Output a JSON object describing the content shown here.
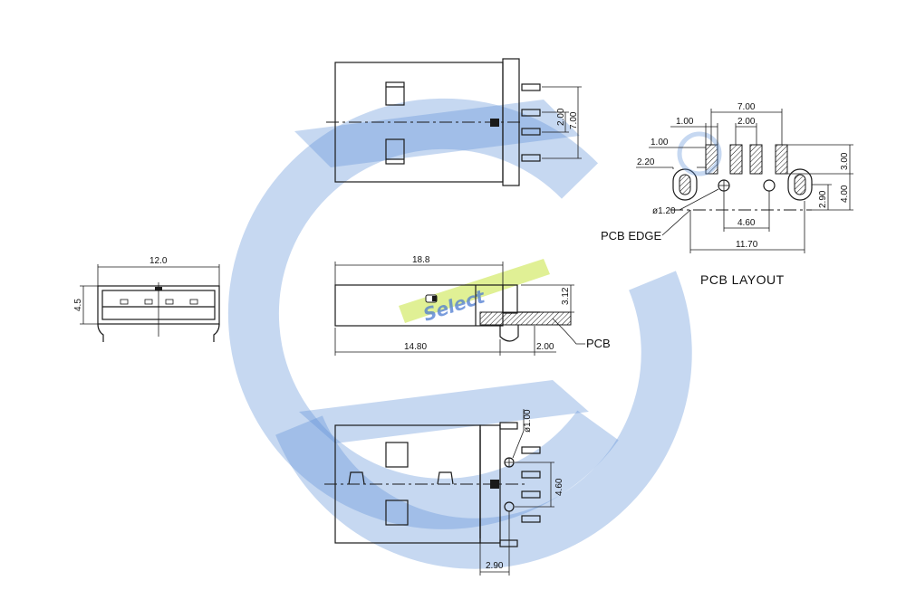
{
  "watermark": {
    "brand_text": "Select",
    "color_blue": "#5b8fd6",
    "color_green": "#d8ec7a"
  },
  "top_view": {
    "dim_pitch": "2.00",
    "dim_span": "7.00"
  },
  "end_view": {
    "dim_width": "12.0",
    "dim_height": "4.5"
  },
  "side_view": {
    "dim_length": "18.8",
    "dim_body": "14.80",
    "dim_tail": "2.00",
    "dim_thickness": "3.12",
    "pcb_label": "PCB"
  },
  "bottom_view": {
    "dim_hole": "ø1.00",
    "dim_post_spacing": "4.60",
    "dim_offset": "2.90"
  },
  "pcb_layout": {
    "title": "PCB LAYOUT",
    "dim_7_00": "7.00",
    "dim_1_00_top": "1.00",
    "dim_2_00": "2.00",
    "dim_1_00_left": "1.00",
    "dim_2_20": "2.20",
    "dim_3_00": "3.00",
    "dim_4_00": "4.00",
    "dim_2_90": "2.90",
    "dim_hole": "ø1.20",
    "dim_4_60": "4.60",
    "dim_11_70": "11.70",
    "pcb_edge_label": "PCB EDGE"
  }
}
